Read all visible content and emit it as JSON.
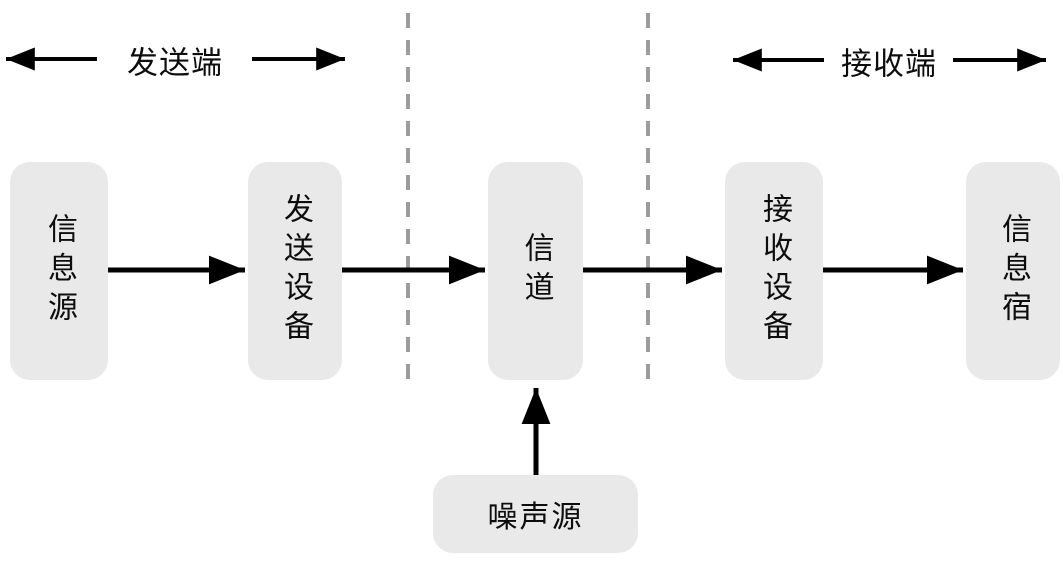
{
  "labels": {
    "sender_section": "发送端",
    "receiver_section": "接收端"
  },
  "nodes": {
    "source": "信息源",
    "transmitter": "发送设备",
    "channel": "信道",
    "receiver": "接收设备",
    "sink": "信息宿",
    "noise": "噪声源"
  },
  "colors": {
    "node_fill": "#e9e9e9",
    "dashed_line": "#9c9c9c",
    "arrow": "#000000",
    "background": "#ffffff"
  }
}
